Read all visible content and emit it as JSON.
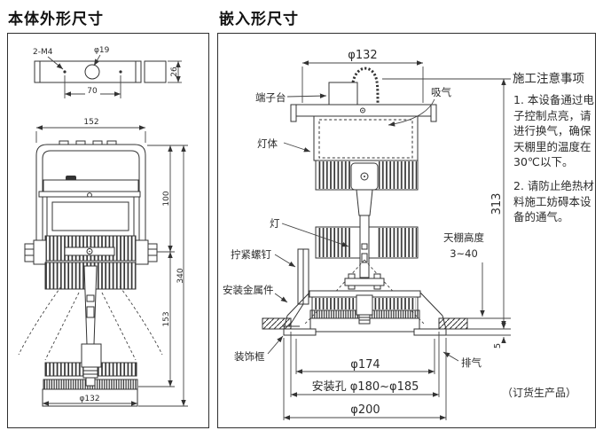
{
  "left": {
    "title": "本体外形尺寸",
    "label_holes": "2-M4",
    "label_hole_dia": "φ19",
    "dim_pitch": "70",
    "dim_bracket_h": "26",
    "dim_width": "152",
    "dim_upper": "100",
    "dim_total": "340",
    "dim_lower": "153",
    "dim_base_dia": "φ132"
  },
  "right": {
    "title": "嵌入形尺寸",
    "label_terminal": "端子台",
    "label_intake": "吸气",
    "label_body": "灯体",
    "label_lamp": "灯",
    "label_screw": "拧紧螺钉",
    "label_bracket": "安装金属件",
    "label_frame": "装饰框",
    "label_exhaust": "排气",
    "dim_top_dia": "φ132",
    "dim_height": "313",
    "dim_ceiling_1": "天棚高度",
    "dim_ceiling_2": "3~40",
    "dim_flange": "5",
    "dim_inner_dia": "φ174",
    "dim_hole": "安装孔 φ180~φ185",
    "dim_outer_dia": "φ200",
    "notes_heading": "施工注意事项",
    "note1": "1. 本设备通过电\n子控制点亮，请\n进行换气，确保\n天棚里的温度在\n30℃以下。",
    "note2": "2. 请防止绝热材\n料施工妨碍本设\n备的通气。",
    "order_note": "（订货生产品）"
  }
}
